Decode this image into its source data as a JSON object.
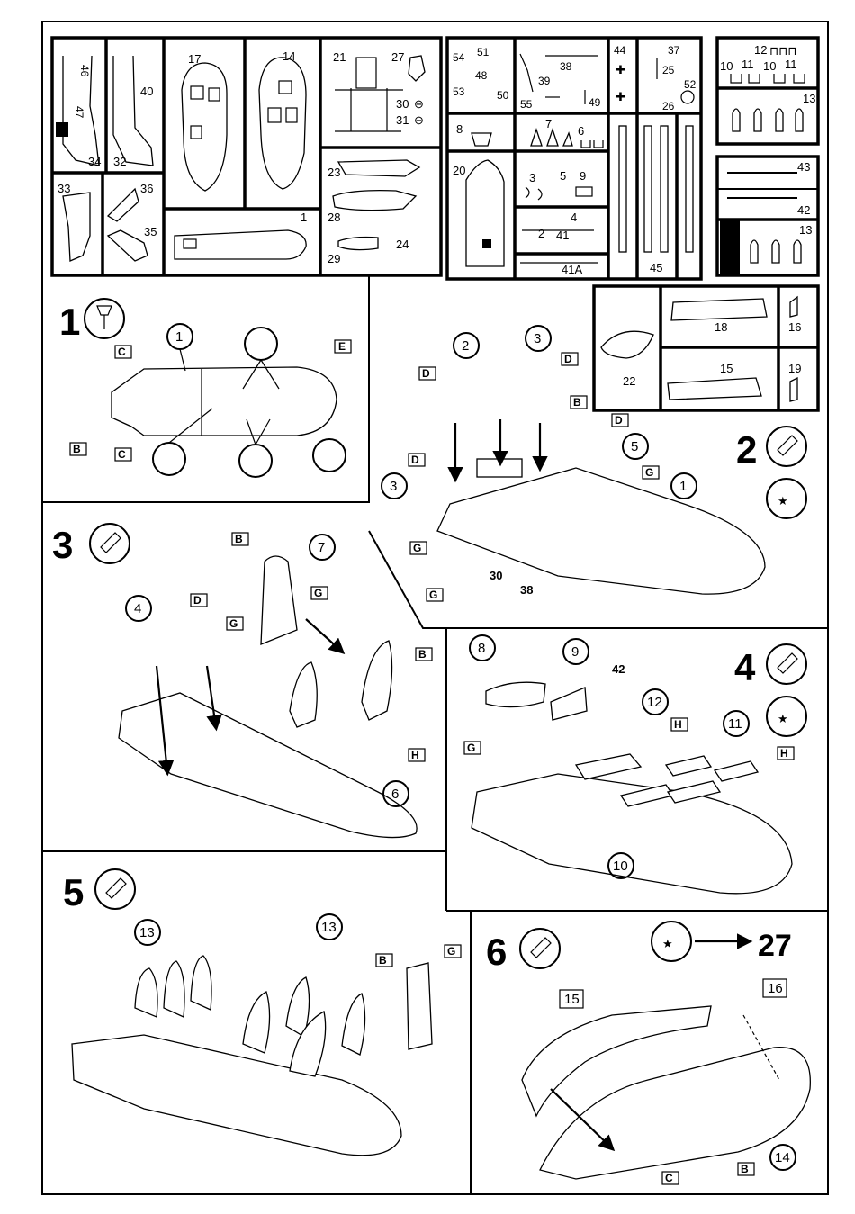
{
  "sprue": {
    "a": {
      "labels": [
        "46",
        "47",
        "34"
      ]
    },
    "b": {
      "labels": [
        "40",
        "32"
      ]
    },
    "c": {
      "labels": [
        "17"
      ]
    },
    "d": {
      "labels": [
        "14"
      ]
    },
    "e": {
      "labels": [
        "21",
        "27",
        "30",
        "31"
      ]
    },
    "f": {
      "labels": [
        "33"
      ]
    },
    "g": {
      "labels": [
        "36",
        "35"
      ]
    },
    "h": {
      "labels": [
        "1"
      ]
    },
    "i": {
      "labels": [
        "23",
        "28",
        "29",
        "24"
      ]
    },
    "j": {
      "labels": [
        "54",
        "51",
        "48",
        "53",
        "50",
        "55",
        "39",
        "38",
        "49"
      ]
    },
    "k": {
      "labels": [
        "44",
        "37",
        "25",
        "52",
        "26"
      ]
    },
    "l": {
      "labels": [
        "12",
        "10",
        "11",
        "10",
        "11"
      ]
    },
    "m": {
      "labels": [
        "13"
      ]
    },
    "n": {
      "labels": [
        "8",
        "7",
        "6"
      ]
    },
    "o": {
      "labels": [
        "20",
        "3",
        "5",
        "9",
        "4",
        "2",
        "41",
        "41A"
      ]
    },
    "p": {
      "labels": [
        "45"
      ]
    },
    "q": {
      "labels": [
        "43",
        "42",
        "13"
      ]
    },
    "r": {
      "labels": [
        "22",
        "18",
        "16",
        "15",
        "19"
      ]
    }
  },
  "steps": [
    {
      "number": "1"
    },
    {
      "number": "2"
    },
    {
      "number": "3"
    },
    {
      "number": "4"
    },
    {
      "number": "5"
    },
    {
      "number": "6",
      "goto": "27"
    }
  ],
  "callouts": {
    "s1": [
      "1"
    ],
    "s2": [
      "2",
      "3",
      "3",
      "5",
      "1"
    ],
    "s2_plain": [
      "30",
      "38"
    ],
    "s3": [
      "7",
      "4",
      "6"
    ],
    "s4": [
      "8",
      "9",
      "12",
      "11",
      "10"
    ],
    "s4_plain": [
      "42"
    ],
    "s5": [
      "13",
      "13"
    ],
    "s6": [
      "15",
      "16",
      "14"
    ]
  },
  "letters": {
    "s1": [
      "C",
      "E",
      "B",
      "C"
    ],
    "s2": [
      "D",
      "D",
      "B",
      "D",
      "D",
      "G",
      "G",
      "G"
    ],
    "s3": [
      "B",
      "D",
      "G",
      "G",
      "B",
      "H"
    ],
    "s4": [
      "H",
      "G",
      "H"
    ],
    "s5": [
      "B",
      "G"
    ],
    "s6": [
      "C",
      "B"
    ]
  },
  "icons": [
    "drill-icon",
    "glue-tube-icon",
    "paint-figure-icon"
  ]
}
